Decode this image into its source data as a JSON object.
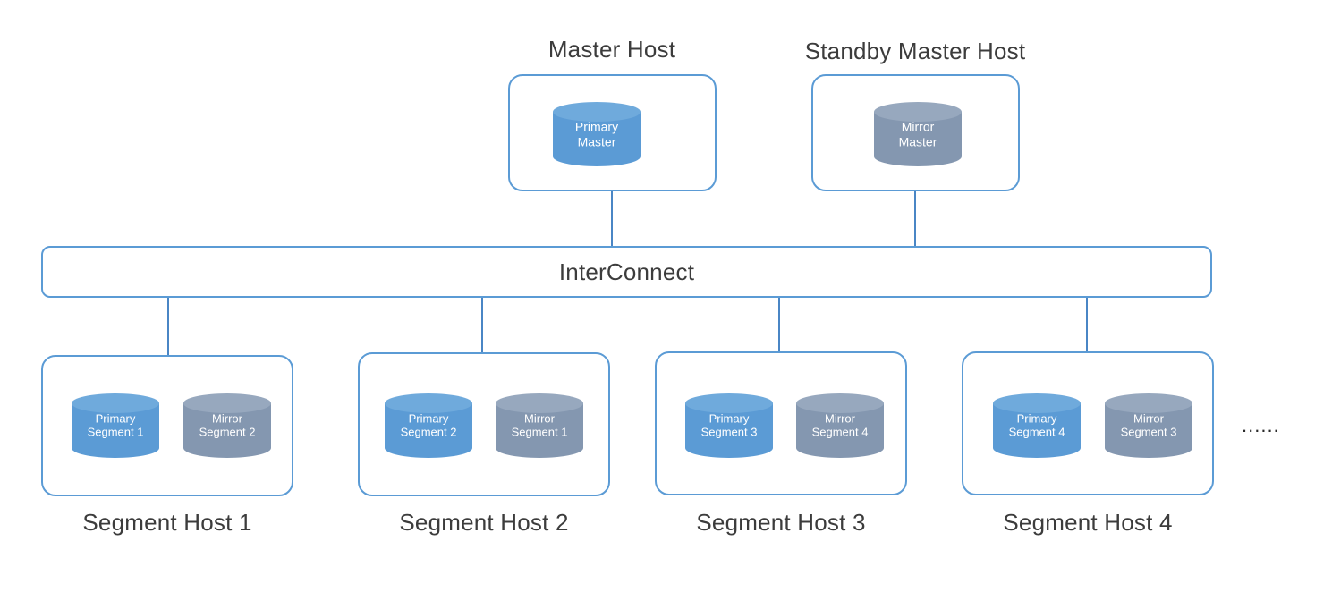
{
  "diagram": {
    "title_master": "Master Host",
    "title_standby": "Standby Master Host",
    "interconnect_label": "InterConnect",
    "continuation_marker": "......"
  },
  "colors": {
    "primary_blue": "#5B9BD5",
    "mirror_gray": "#8497B0",
    "border_blue": "#5B9BD5",
    "connector_blue": "#4A86C5",
    "text_dark": "#3c3c3c",
    "cylinder_text": "#ffffff"
  },
  "master_tier": [
    {
      "title": "Master Host",
      "cylinder": {
        "line1": "Primary",
        "line2": "Master",
        "kind": "primary"
      }
    },
    {
      "title": "Standby Master Host",
      "cylinder": {
        "line1": "Mirror",
        "line2": "Master",
        "kind": "mirror"
      }
    }
  ],
  "segment_hosts": [
    {
      "title": "Segment Host 1",
      "primary": {
        "line1": "Primary",
        "line2": "Segment 1",
        "kind": "primary"
      },
      "mirror": {
        "line1": "Mirror",
        "line2": "Segment 2",
        "kind": "mirror"
      }
    },
    {
      "title": "Segment Host 2",
      "primary": {
        "line1": "Primary",
        "line2": "Segment 2",
        "kind": "primary"
      },
      "mirror": {
        "line1": "Mirror",
        "line2": "Segment 1",
        "kind": "mirror"
      }
    },
    {
      "title": "Segment Host 3",
      "primary": {
        "line1": "Primary",
        "line2": "Segment 3",
        "kind": "primary"
      },
      "mirror": {
        "line1": "Mirror",
        "line2": "Segment 4",
        "kind": "mirror"
      }
    },
    {
      "title": "Segment Host 4",
      "primary": {
        "line1": "Primary",
        "line2": "Segment 4",
        "kind": "primary"
      },
      "mirror": {
        "line1": "Mirror",
        "line2": "Segment 3",
        "kind": "mirror"
      }
    }
  ]
}
